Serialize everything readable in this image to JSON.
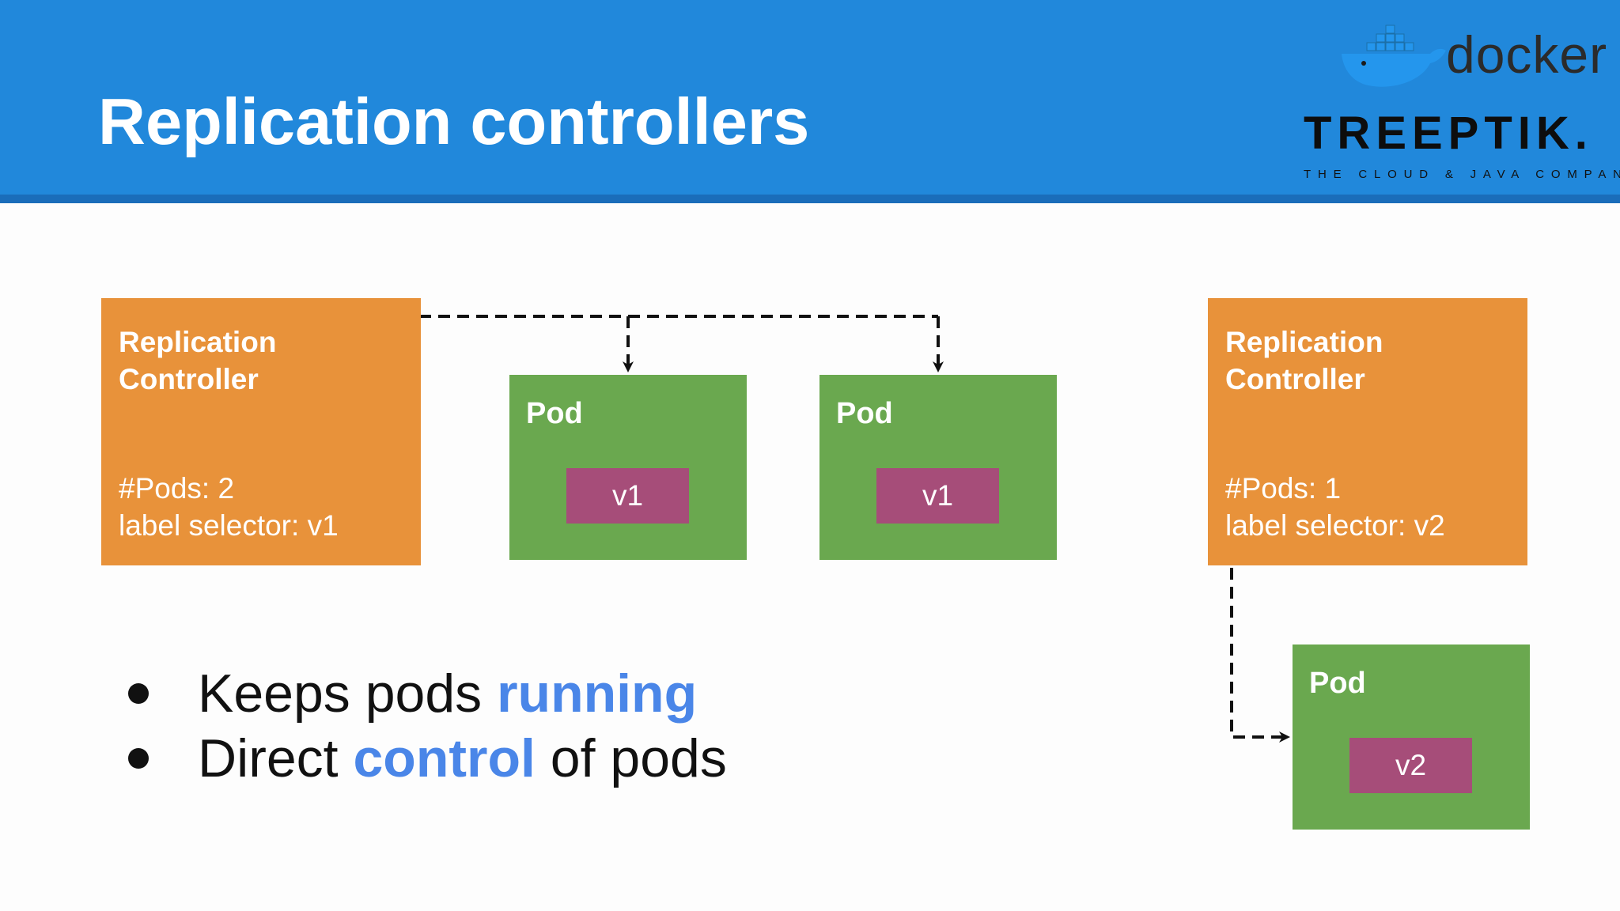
{
  "header": {
    "title": "Replication controllers",
    "docker_logo_text": "docker",
    "treeptik_logo_text": "TREEPTIK.",
    "treeptik_tagline": "THE CLOUD & JAVA COMPANY"
  },
  "diagram": {
    "controller_left": {
      "title": "Replication Controller",
      "pods": "#Pods: 2",
      "selector": "label selector: v1"
    },
    "controller_right": {
      "title": "Replication Controller",
      "pods": "#Pods: 1",
      "selector": "label selector: v2"
    },
    "pods": [
      {
        "title": "Pod",
        "label": "v1"
      },
      {
        "title": "Pod",
        "label": "v1"
      },
      {
        "title": "Pod",
        "label": "v2"
      }
    ]
  },
  "bullets": [
    {
      "before": "Keeps pods ",
      "highlight": "running",
      "after": ""
    },
    {
      "before": "Direct ",
      "highlight": "control",
      "after": " of pods"
    }
  ],
  "colors": {
    "header_blue": "#2188db",
    "controller_orange": "#e8923a",
    "pod_green": "#6aa84f",
    "label_magenta": "#a64d79",
    "highlight_blue": "#4a86e8"
  }
}
